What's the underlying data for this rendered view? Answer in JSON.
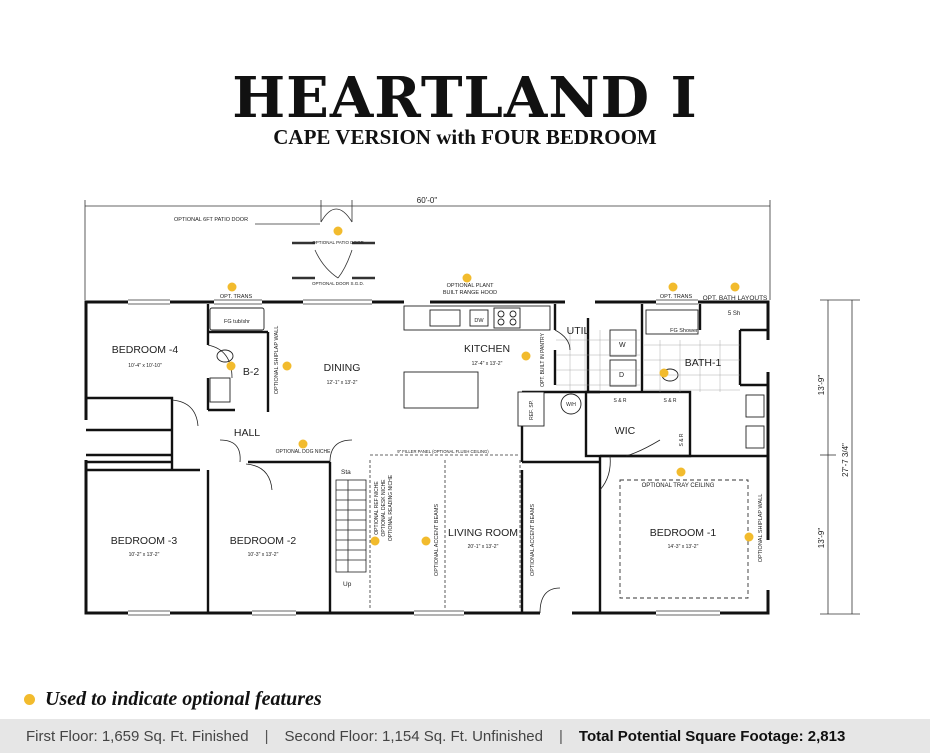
{
  "header": {
    "title": "HEARTLAND I",
    "subtitle": "CAPE VERSION with FOUR BEDROOM"
  },
  "plan": {
    "overall_width": "60'-0\"",
    "overall_depth": "27'-7 3/4\"",
    "depth_upper": "13'-9\"",
    "depth_lower": "13'-9\"",
    "rooms": {
      "bedroom4": {
        "name": "BEDROOM -4",
        "size": "10'-4\" x 10'-10\""
      },
      "b2": {
        "name": "B-2"
      },
      "hall": {
        "name": "HALL"
      },
      "dining": {
        "name": "DINING",
        "size": "12'-1\" x 13'-2\""
      },
      "kitchen": {
        "name": "KITCHEN",
        "size": "12'-4\" x 13'-2\""
      },
      "util": {
        "name": "UTIL"
      },
      "bath1": {
        "name": "BATH-1"
      },
      "wic": {
        "name": "WIC"
      },
      "bedroom3": {
        "name": "BEDROOM -3",
        "size": "10'-2\" x 13'-2\""
      },
      "bedroom2": {
        "name": "BEDROOM -2",
        "size": "10'-3\" x 13'-2\""
      },
      "living": {
        "name": "LIVING ROOM",
        "size": "20'-1\" x 13'-2\""
      },
      "bedroom1": {
        "name": "BEDROOM -1",
        "size": "14'-3\" x 13'-2\""
      }
    },
    "labels": {
      "patio_door": "OPTIONAL 6FT PATIO DOOR",
      "patio_door_small": "OPTIONAL PATIO DOOR",
      "door_sgd": "OPTIONAL DOOR S.G.D.",
      "opt_trans_1": "OPT. TRANS",
      "opt_trans_2": "OPT. TRANS",
      "plant_hood": "OPTIONAL PLANT",
      "range_hood": "BUILT RANGE HOOD",
      "bath_layouts": "OPT. BATH LAYOUTS",
      "fg_tub": "FG tub/shr",
      "fg_shower": "FG Shower",
      "shiplap_dining": "OPTIONAL SHIPLAP WALL",
      "shiplap_bed1": "OPTIONAL SHIPLAP WALL",
      "dog_niche": "OPTIONAL DOG NICHE",
      "tray_ceiling": "OPTIONAL TRAY CEILING",
      "accent_beams_1": "OPTIONAL ACCENT BEAMS",
      "accent_beams_2": "OPTIONAL ACCENT BEAMS",
      "stair_niche": "OPTIONAL REF NICHE",
      "desk_niche": "OPTIONAL DESK NICHE",
      "reading_niche": "OPTIONAL READING NICHE",
      "filler_panel": "9\" FILLER PANEL (OPTIONAL FLUSH CEILING)",
      "builtin_pantry": "OPT. BUILT IN PANTRY",
      "ref_sp": "REF. SP.",
      "wm": "W/H",
      "dw": "DW",
      "w": "W",
      "d": "D",
      "sr1": "S & R",
      "sr2": "S & R",
      "sr3": "S & R",
      "sh5": "5 Sh",
      "sta": "Sta",
      "up": "Up"
    }
  },
  "legend": {
    "text": "Used to indicate optional features",
    "color": "#f2bb2d"
  },
  "footer": {
    "first_floor": "First Floor: 1,659 Sq. Ft. Finished",
    "separator_1": "|",
    "second_floor": "Second Floor: 1,154 Sq. Ft. Unfinished",
    "separator_2": "|",
    "total": "Total Potential Square Footage: 2,813"
  }
}
